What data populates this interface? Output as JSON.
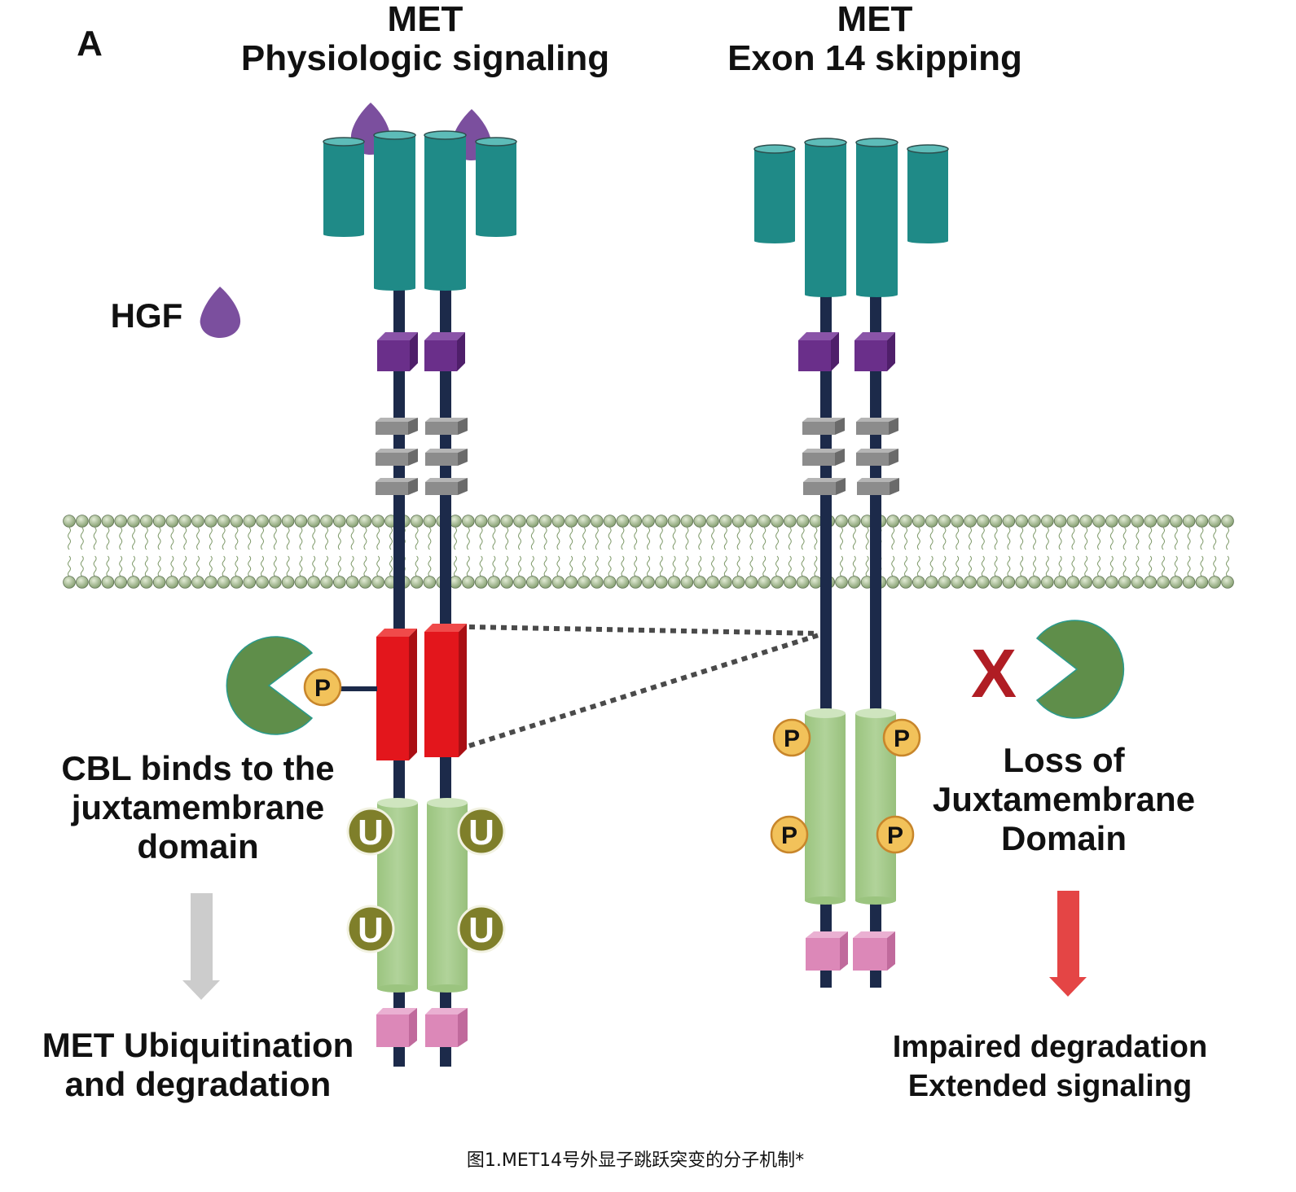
{
  "panel_label": "A",
  "left_title": {
    "line1": "MET",
    "line2": "Physiologic signaling"
  },
  "right_title": {
    "line1": "MET",
    "line2": "Exon 14 skipping"
  },
  "hgf_label": "HGF",
  "cbl_text": {
    "line1": "CBL binds to the",
    "line2": "juxtamembrane",
    "line3": "domain"
  },
  "left_outcome": {
    "line1": "MET Ubiquitination",
    "line2": "and degradation"
  },
  "loss_text": {
    "line1": "Loss of",
    "line2": "Juxtamembrane",
    "line3": "Domain"
  },
  "right_outcome": {
    "line1": "Impaired degradation",
    "line2": "Extended signaling"
  },
  "x_mark": "X",
  "phospho_label": "P",
  "ubiquitin_label": "U",
  "caption": "图1.MET14号外显子跳跃突变的分子机制*",
  "colors": {
    "teal": "#1f8a87",
    "teal_top": "#5dbcb8",
    "navy": "#1c2a4a",
    "purple_cube": "#6a2f8a",
    "hgf_purple": "#7b4f9e",
    "gray_block": "#8c8c8c",
    "membrane_bead": "#9fb48a",
    "red_domain": "#e3161c",
    "kinase_green": "#a6cb8c",
    "pink_cube": "#dc88b8",
    "cbl_green": "#5f8e4a",
    "phospho_fill": "#f2c25a",
    "ubiquitin_fill": "#7f7f2a",
    "x_red": "#b01d24",
    "arrow_gray": "#cccccc",
    "arrow_red": "#e44545"
  }
}
